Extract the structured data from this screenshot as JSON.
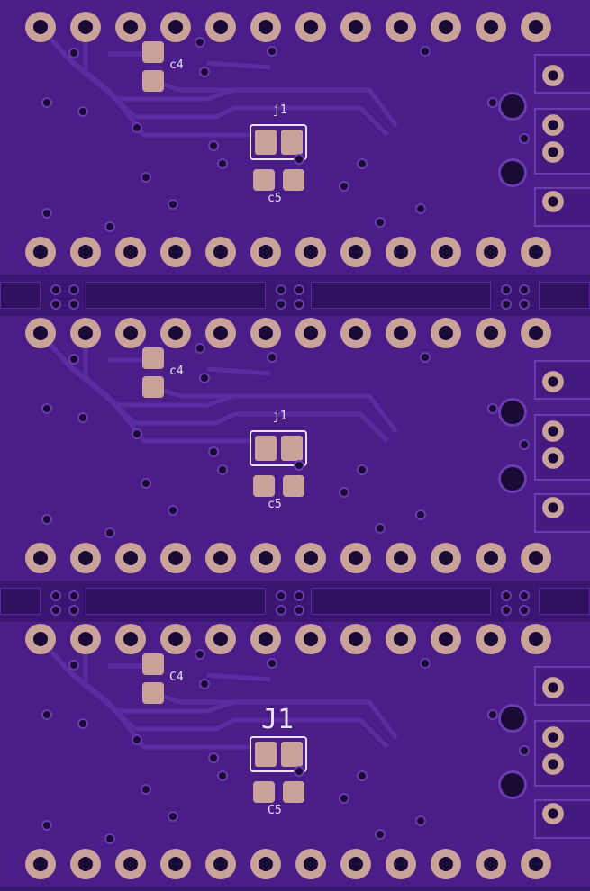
{
  "boards": [
    {
      "c4": "c4",
      "j1": "j1",
      "c5": "c5"
    },
    {
      "c4": "c4",
      "j1": "j1",
      "c5": "c5"
    },
    {
      "c4": "C4",
      "j1": "J1",
      "c5": "C5"
    }
  ],
  "colors": {
    "board": "#4a1d88",
    "copper": "#c9a29a",
    "silk": "#e9e2f5"
  }
}
